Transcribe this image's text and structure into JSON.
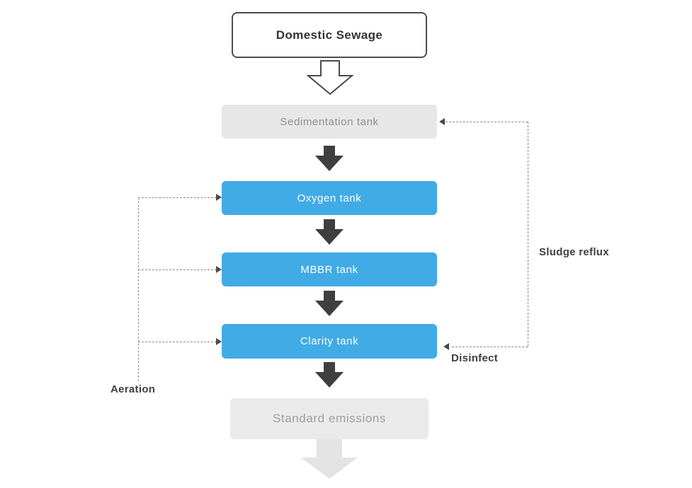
{
  "flowchart": {
    "source": {
      "label": "Domestic Sewage"
    },
    "stages": [
      {
        "id": "sedimentation",
        "label": "Sedimentation tank",
        "style": "gray"
      },
      {
        "id": "oxygen",
        "label": "Oxygen tank",
        "style": "blue"
      },
      {
        "id": "mbbr",
        "label": "MBBR tank",
        "style": "blue"
      },
      {
        "id": "clarity",
        "label": "Clarity tank",
        "style": "blue"
      },
      {
        "id": "emissions",
        "label": "Standard emissions",
        "style": "gray"
      }
    ],
    "annotations": {
      "sludge_reflux": "Sludge reflux",
      "disinfect": "Disinfect",
      "aeration": "Aeration"
    },
    "colors": {
      "tank_blue": "#41abe5",
      "box_gray": "#e7e7e7",
      "emissions_gray": "#eaeaea",
      "solid_arrow_dark": "#3f3f3f",
      "gray_box_text": "#8f8f8f",
      "dashed_line": "#8a8a8a",
      "outline_arrow_border": "#4a4a4a",
      "big_arrow_gray": "#e3e3e3"
    }
  }
}
